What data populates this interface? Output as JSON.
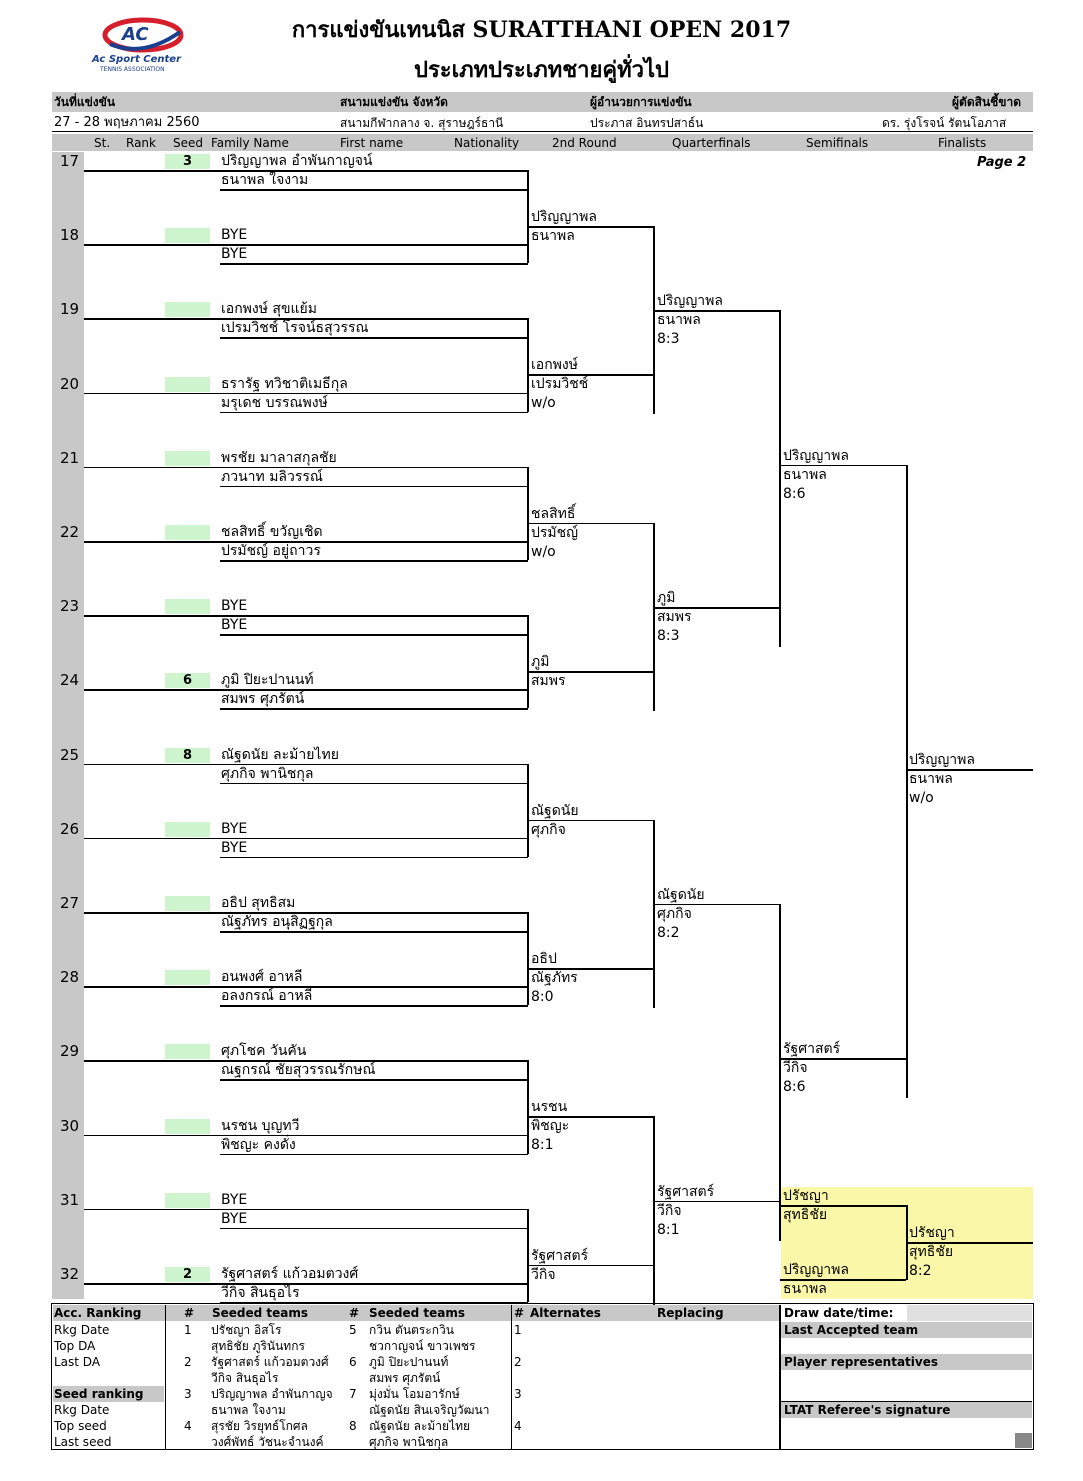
{
  "logo": {
    "mark": "AC",
    "line1": "Ac Sport Center",
    "line2": "TENNIS ASSOCIATION"
  },
  "title": "การแข่งขันเทนนิส SURATTHANI OPEN 2017",
  "subtitle": "ประเภทประเภทชายคู่ทั่วไป",
  "info": {
    "date_label": "วันที่แข่งขัน",
    "venue_label": "สนามแข่งขัน จังหวัด",
    "director_label": "ผู้อำนวยการแข่งขัน",
    "referee_label": "ผู้ตัดสินชี้ขาด",
    "date": "27 - 28  พฤษภาคม  2560",
    "venue": "สนามกีฬากลาง จ. สุราษฎร์ธานี",
    "director": "ประภาส  อินทรปสาธ์น",
    "referee": "ดร. รุ่งโรจน์   รัตนโอภาส"
  },
  "columns": [
    "St.",
    "Rank",
    "Seed",
    "Family Name",
    "First name",
    "Nationality",
    "2nd Round",
    "Quarterfinals",
    "Semifinals",
    "Finalists"
  ],
  "page_label": "Page 2",
  "draw": [
    {
      "no": "17",
      "seed": "3",
      "p1": "ปริญญาพล  อำพันกาญจน์",
      "p2": "ธนาพล  ใจงาม"
    },
    {
      "no": "18",
      "seed": "",
      "p1": "BYE",
      "p2": "BYE"
    },
    {
      "no": "19",
      "seed": "",
      "p1": "เอกพงษ์  สุขแย้ม",
      "p2": "เปรมวิชช์  โรจน์ธสุวรรณ"
    },
    {
      "no": "20",
      "seed": "",
      "p1": "ธรารัฐ  ทวิชาติเมธีกุล",
      "p2": "มรุเดช  บรรณพงษ์"
    },
    {
      "no": "21",
      "seed": "",
      "p1": "พรชัย  มาลาสกุลชัย",
      "p2": "ภวนาท  มลิวรรณ์"
    },
    {
      "no": "22",
      "seed": "",
      "p1": "ชลสิทธิ์  ขวัญเชิด",
      "p2": "ปรมัชญ์  อยู่ถาวร"
    },
    {
      "no": "23",
      "seed": "",
      "p1": "BYE",
      "p2": "BYE"
    },
    {
      "no": "24",
      "seed": "6",
      "p1": "ภูมิ  ปิยะปานนท์",
      "p2": "สมพร  ศุภรัตน์"
    },
    {
      "no": "25",
      "seed": "8",
      "p1": "ณัฐดนัย  ละม้ายไทย",
      "p2": "ศุภกิจ  พานิชกุล"
    },
    {
      "no": "26",
      "seed": "",
      "p1": "BYE",
      "p2": "BYE"
    },
    {
      "no": "27",
      "seed": "",
      "p1": "อธิป   สุทธิสม",
      "p2": "ณัฐภัทร  อนุสิฏฐกุล"
    },
    {
      "no": "28",
      "seed": "",
      "p1": "อนพงศ์  อาหลี",
      "p2": "อลงกรณ์  อาหลี"
    },
    {
      "no": "29",
      "seed": "",
      "p1": "ศุภโชค  วันคัน",
      "p2": "ณฐกรณ์  ชัยสุวรรณรักษณ์"
    },
    {
      "no": "30",
      "seed": "",
      "p1": "นรชน  บุญทวี",
      "p2": "พิชญะ  คงดั่ง"
    },
    {
      "no": "31",
      "seed": "",
      "p1": "BYE",
      "p2": "BYE"
    },
    {
      "no": "32",
      "seed": "2",
      "p1": "รัฐศาสตร์ แก้วอมตวงศ์",
      "p2": "วีกิจ  สินธุอไร"
    }
  ],
  "round2": [
    {
      "a": "ปริญญาพล",
      "b": "ธนาพล",
      "s": ""
    },
    {
      "a": "เอกพงษ์",
      "b": "เปรมวิชช์",
      "s": "w/o"
    },
    {
      "a": "ชลสิทธิ์",
      "b": "ปรมัชญ์",
      "s": "w/o"
    },
    {
      "a": "ภูมิ",
      "b": "สมพร",
      "s": ""
    },
    {
      "a": "ณัฐดนัย",
      "b": "ศุภกิจ",
      "s": ""
    },
    {
      "a": "อธิป",
      "b": "ณัฐภัทร",
      "s": "8:0"
    },
    {
      "a": "นรชน",
      "b": "พิชญะ",
      "s": "8:1"
    },
    {
      "a": "รัฐศาสตร์",
      "b": "วีกิจ",
      "s": ""
    }
  ],
  "quarterfinals": [
    {
      "a": "ปริญญาพล",
      "b": "ธนาพล",
      "s": "8:3"
    },
    {
      "a": "ภูมิ",
      "b": "สมพร",
      "s": "8:3"
    },
    {
      "a": "ณัฐดนัย",
      "b": "ศุภกิจ",
      "s": "8:2"
    },
    {
      "a": "รัฐศาสตร์",
      "b": "วีกิจ",
      "s": "8:1"
    }
  ],
  "semifinals": [
    {
      "a": "ปริญญาพล",
      "b": "ธนาพล",
      "s": "8:6"
    },
    {
      "a": "รัฐศาสตร์",
      "b": "วีกิจ",
      "s": "8:6"
    }
  ],
  "finalist": {
    "a": "ปริญญาพล",
    "b": "ธนาพล",
    "s": "w/o"
  },
  "third_place": {
    "top": {
      "a": "ปรัชญา",
      "b": "สุทธิชัย"
    },
    "bottom": {
      "a": "ปริญญาพล",
      "b": "ธนาพล"
    },
    "winner": {
      "a": "ปรัชญา",
      "b": "สุทธิชัย",
      "s": "8:2"
    }
  },
  "footer": {
    "acc_ranking": "Acc. Ranking",
    "hash": "#",
    "seeded_teams": "Seeded teams",
    "alternates": "Alternates",
    "replacing": "Replacing",
    "left_labels": [
      "Rkg Date",
      "Top DA",
      "Last DA"
    ],
    "seed_ranking": "Seed ranking",
    "left_labels2": [
      "Rkg Date",
      "Top seed",
      "Last seed"
    ],
    "seeds_left": [
      {
        "n": "1",
        "a": "ปรัชญา  อิสโร",
        "b": "สุทธิชัย  ภูรินันทกร"
      },
      {
        "n": "2",
        "a": "รัฐศาสตร์ แก้วอมตวงศ์",
        "b": "วีกิจ  สินธุอไร"
      },
      {
        "n": "3",
        "a": "ปริญญาพล  อำพันกาญจ",
        "b": "ธนาพล  ใจงาม"
      },
      {
        "n": "4",
        "a": "สุรชัย  วิรยุทธ์โกศล",
        "b": "วงศ์พัทธ์  วัชนะจำนงค์"
      }
    ],
    "seeds_right": [
      {
        "n": "5",
        "a": "กวิน  ตันตระกวิน",
        "b": "ชวกาญจน์  ขาวเพชร"
      },
      {
        "n": "6",
        "a": "ภูมิ  ปิยะปานนท์",
        "b": "สมพร  ศุภรัตน์"
      },
      {
        "n": "7",
        "a": "มุ่งมั่น  โอมอารักษ์",
        "b": "ณัฐดนัย  สินเจริญวัฒนา"
      },
      {
        "n": "8",
        "a": "ณัฐดนัย  ละม้ายไทย",
        "b": "ศุภกิจ  พานิชกุล"
      }
    ],
    "alt_numbers": [
      "1",
      "2",
      "3",
      "4"
    ],
    "draw_date": "Draw date/time:",
    "last_accepted": "Last Accepted team",
    "player_reps": "Player representatives",
    "referee_sig": "LTAT Referee's signature"
  }
}
